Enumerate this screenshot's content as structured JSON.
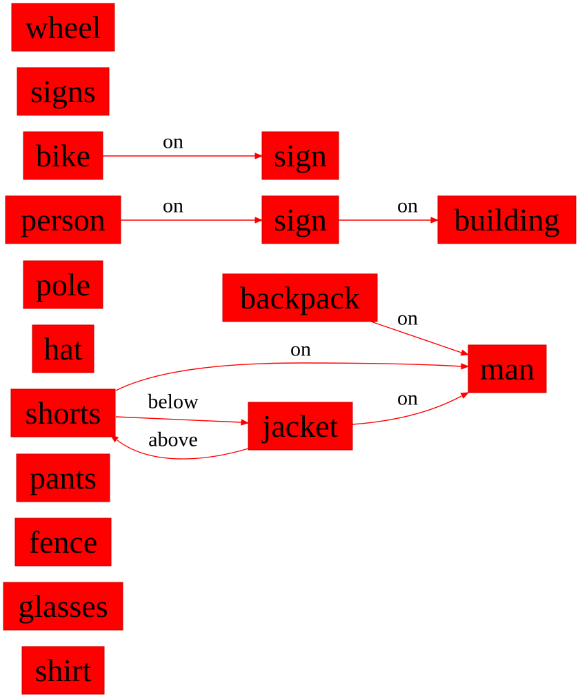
{
  "colors": {
    "node_fill": "#ff0000",
    "edge": "#ff0000",
    "text": "#000000"
  },
  "nodes": [
    {
      "id": "wheel",
      "label": "wheel"
    },
    {
      "id": "signs",
      "label": "signs"
    },
    {
      "id": "bike",
      "label": "bike"
    },
    {
      "id": "sign1",
      "label": "sign"
    },
    {
      "id": "person",
      "label": "person"
    },
    {
      "id": "sign2",
      "label": "sign"
    },
    {
      "id": "building",
      "label": "building"
    },
    {
      "id": "pole",
      "label": "pole"
    },
    {
      "id": "backpack",
      "label": "backpack"
    },
    {
      "id": "man",
      "label": "man"
    },
    {
      "id": "hat",
      "label": "hat"
    },
    {
      "id": "shorts",
      "label": "shorts"
    },
    {
      "id": "jacket",
      "label": "jacket"
    },
    {
      "id": "pants",
      "label": "pants"
    },
    {
      "id": "fence",
      "label": "fence"
    },
    {
      "id": "glasses",
      "label": "glasses"
    },
    {
      "id": "shirt",
      "label": "shirt"
    }
  ],
  "edges": [
    {
      "id": "bike-sign1",
      "from": "bike",
      "to": "sign1",
      "label": "on"
    },
    {
      "id": "person-sign2",
      "from": "person",
      "to": "sign2",
      "label": "on"
    },
    {
      "id": "sign2-building",
      "from": "sign2",
      "to": "building",
      "label": "on"
    },
    {
      "id": "backpack-man",
      "from": "backpack",
      "to": "man",
      "label": "on"
    },
    {
      "id": "shorts-man",
      "from": "shorts",
      "to": "man",
      "label": "on"
    },
    {
      "id": "shorts-jacket",
      "from": "shorts",
      "to": "jacket",
      "label": "below"
    },
    {
      "id": "jacket-man",
      "from": "jacket",
      "to": "man",
      "label": "on"
    },
    {
      "id": "jacket-shorts",
      "from": "jacket",
      "to": "shorts",
      "label": "above"
    }
  ]
}
